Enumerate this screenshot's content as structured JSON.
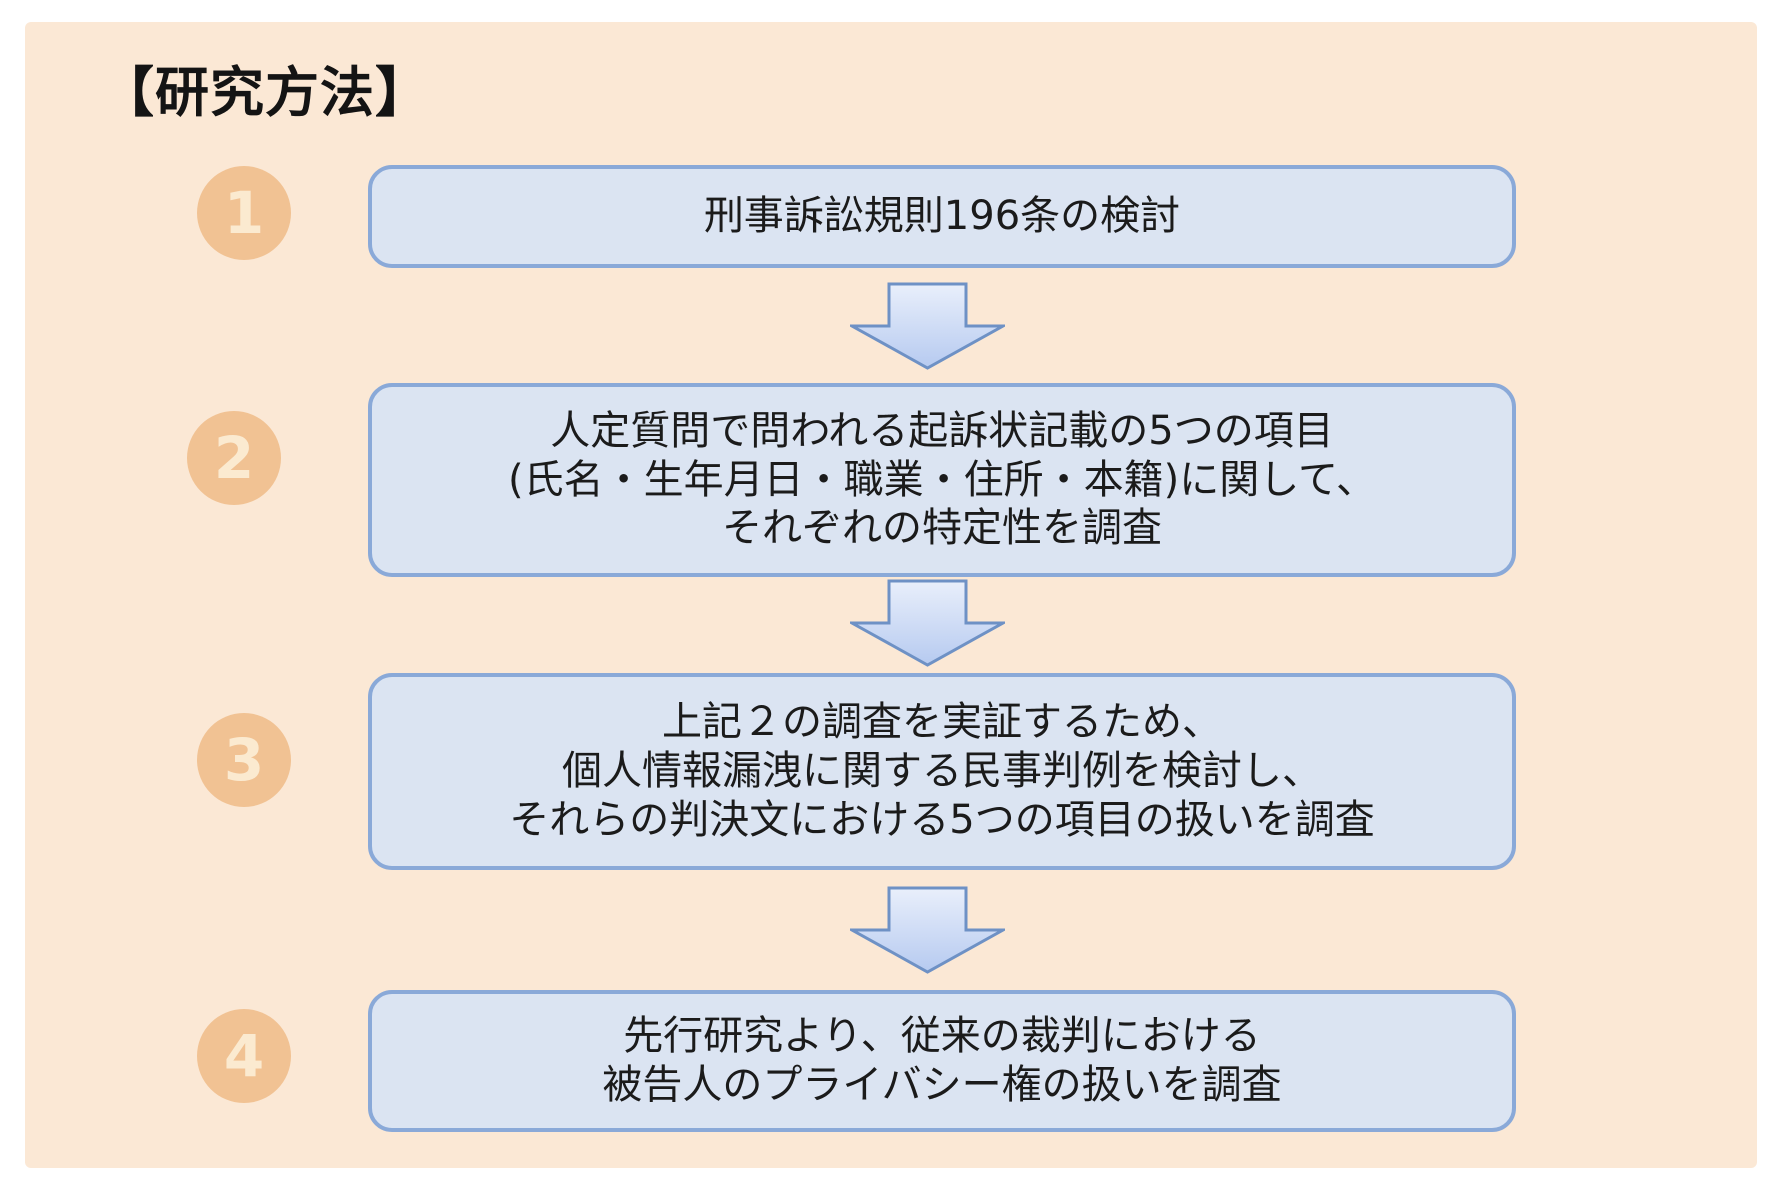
{
  "title": "【研究方法】",
  "steps": [
    {
      "number": "1",
      "lines": [
        "刑事訴訟規則196条の検討"
      ]
    },
    {
      "number": "2",
      "lines": [
        "人定質問で問われる起訴状記載の5つの項目",
        "(氏名・生年月日・職業・住所・本籍)に関して、",
        "それぞれの特定性を調査"
      ]
    },
    {
      "number": "3",
      "lines": [
        "上記２の調査を実証するため、",
        "個人情報漏洩に関する民事判例を検討し、",
        "それらの判決文における5つの項目の扱いを調査"
      ]
    },
    {
      "number": "4",
      "lines": [
        "先行研究より、従来の裁判における",
        "被告人のプライバシー権の扱いを調査"
      ]
    }
  ],
  "colors": {
    "panel_background": "#fbe8d5",
    "box_fill": "#dbe4f2",
    "box_border": "#8aa9d8",
    "badge_fill": "#f1c293",
    "badge_text": "#fbead0",
    "arrow_fill_top": "#e9effb",
    "arrow_fill_bottom": "#b6caf0",
    "arrow_border": "#6e91c5",
    "title_text": "#141414",
    "body_text": "#1b1b1b"
  }
}
